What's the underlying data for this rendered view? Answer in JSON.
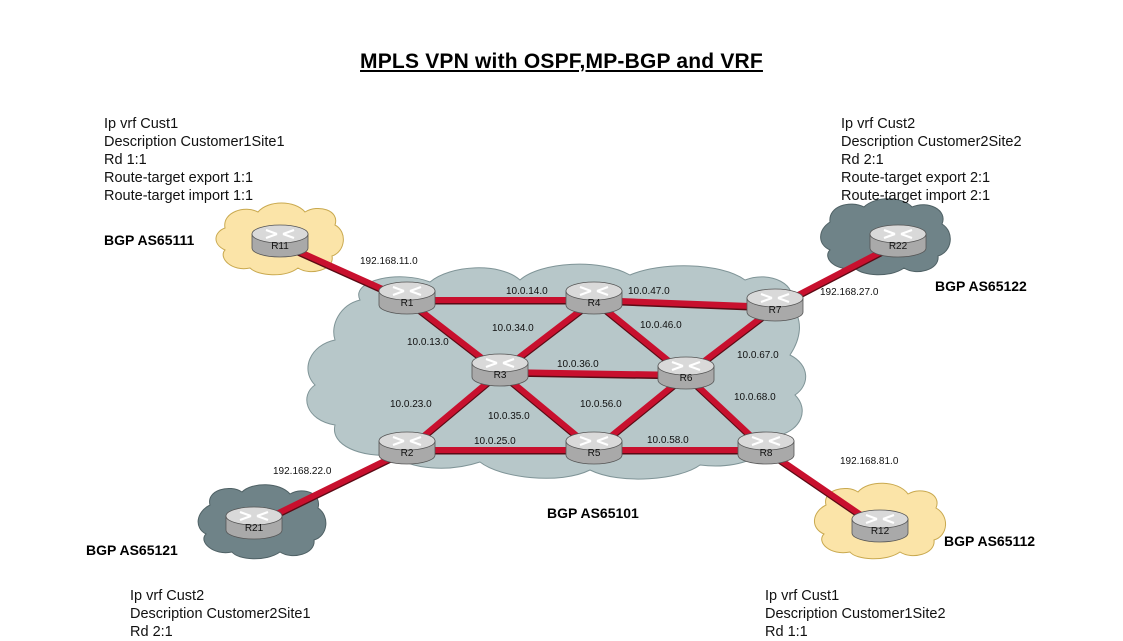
{
  "title": "MPLS VPN with OSPF,MP-BGP and VRF",
  "colors": {
    "link": "#c8102e",
    "core_cloud": "#b7c7c9",
    "cust1_cloud": "#fbe4a8",
    "cust2_cloud": "#6f8388",
    "router_top": "#d9d9d9",
    "router_side": "#a9a9a9"
  },
  "vrf_configs": [
    {
      "id": "cust1-site1",
      "lines": [
        "Ip vrf Cust1",
        "Description Customer1Site1",
        "Rd 1:1",
        "Route-target export 1:1",
        "Route-target import 1:1"
      ]
    },
    {
      "id": "cust2-site2",
      "lines": [
        "Ip vrf Cust2",
        "Description Customer2Site2",
        "Rd 2:1",
        "Route-target export 2:1",
        "Route-target import 2:1"
      ]
    },
    {
      "id": "cust2-site1",
      "lines": [
        "Ip vrf Cust2",
        "Description Customer2Site1",
        "Rd 2:1"
      ]
    },
    {
      "id": "cust1-site2",
      "lines": [
        "Ip vrf Cust1",
        "Description Customer1Site2",
        "Rd 1:1"
      ]
    }
  ],
  "as_labels": {
    "as65111": "BGP AS65111",
    "as65122": "BGP AS65122",
    "as65121": "BGP AS65121",
    "as65112": "BGP AS65112",
    "as65101": "BGP AS65101"
  },
  "routers": [
    {
      "id": "R1",
      "label": "R1",
      "role": "PE"
    },
    {
      "id": "R2",
      "label": "R2",
      "role": "PE"
    },
    {
      "id": "R3",
      "label": "R3",
      "role": "P"
    },
    {
      "id": "R4",
      "label": "R4",
      "role": "P"
    },
    {
      "id": "R5",
      "label": "R5",
      "role": "P"
    },
    {
      "id": "R6",
      "label": "R6",
      "role": "P"
    },
    {
      "id": "R7",
      "label": "R7",
      "role": "PE"
    },
    {
      "id": "R8",
      "label": "R8",
      "role": "PE"
    },
    {
      "id": "R11",
      "label": "R11",
      "role": "CE"
    },
    {
      "id": "R12",
      "label": "R12",
      "role": "CE"
    },
    {
      "id": "R21",
      "label": "R21",
      "role": "CE"
    },
    {
      "id": "R22",
      "label": "R22",
      "role": "CE"
    }
  ],
  "links": [
    {
      "from": "R11",
      "to": "R1",
      "network": "192.168.11.0"
    },
    {
      "from": "R1",
      "to": "R4",
      "network": "10.0.14.0"
    },
    {
      "from": "R1",
      "to": "R3",
      "network": "10.0.13.0"
    },
    {
      "from": "R4",
      "to": "R7",
      "network": "10.0.47.0"
    },
    {
      "from": "R4",
      "to": "R3",
      "network": "10.0.34.0"
    },
    {
      "from": "R4",
      "to": "R6",
      "network": "10.0.46.0"
    },
    {
      "from": "R3",
      "to": "R6",
      "network": "10.0.36.0"
    },
    {
      "from": "R3",
      "to": "R2",
      "network": "10.0.23.0"
    },
    {
      "from": "R3",
      "to": "R5",
      "network": "10.0.35.0"
    },
    {
      "from": "R6",
      "to": "R7",
      "network": "10.0.67.0"
    },
    {
      "from": "R6",
      "to": "R5",
      "network": "10.0.56.0"
    },
    {
      "from": "R6",
      "to": "R8",
      "network": "10.0.68.0"
    },
    {
      "from": "R2",
      "to": "R5",
      "network": "10.0.25.0"
    },
    {
      "from": "R5",
      "to": "R8",
      "network": "10.0.58.0"
    },
    {
      "from": "R7",
      "to": "R22",
      "network": "192.168.27.0"
    },
    {
      "from": "R8",
      "to": "R12",
      "network": "192.168.81.0"
    },
    {
      "from": "R2",
      "to": "R21",
      "network": "192.168.22.0"
    }
  ]
}
